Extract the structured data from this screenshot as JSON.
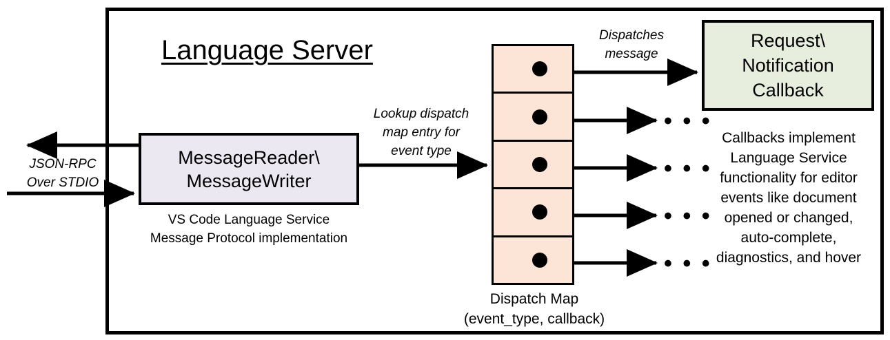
{
  "diagram": {
    "title": "Language Server",
    "frame_label": "language-server-boundary"
  },
  "colors": {
    "message_box_fill": "#EBE8F2",
    "dispatch_cell_fill": "#FCE4D6",
    "callback_box_fill": "#E7EEDD",
    "stroke": "#000000",
    "background": "#FFFFFF"
  },
  "message_io": {
    "line1": "MessageReader\\",
    "line2": "MessageWriter",
    "caption_line1": "VS Code Language Service",
    "caption_line2": "Message Protocol implementation"
  },
  "transport": {
    "label_line1": "JSON-RPC",
    "label_line2": "Over STDIO",
    "outbound_arrow": "left",
    "inbound_arrow": "right"
  },
  "lookup": {
    "line1": "Lookup dispatch",
    "line2": "map entry for",
    "line3": "event type"
  },
  "dispatch_map": {
    "caption_line1": "Dispatch Map",
    "caption_line2": "(event_type, callback)",
    "cell_count": 5,
    "cells": [
      {
        "index": 1,
        "has_dot": true,
        "target": "callback-box"
      },
      {
        "index": 2,
        "has_dot": true,
        "target": "ellipsis"
      },
      {
        "index": 3,
        "has_dot": true,
        "target": "ellipsis"
      },
      {
        "index": 4,
        "has_dot": true,
        "target": "ellipsis"
      },
      {
        "index": 5,
        "has_dot": true,
        "target": "ellipsis"
      }
    ],
    "ellipsis_glyph": "• • •"
  },
  "dispatch_message": {
    "line1": "Dispatches",
    "line2": "message"
  },
  "callback": {
    "line1": "Request\\",
    "line2": "Notification",
    "line3": "Callback",
    "caption_line1": "Callbacks implement",
    "caption_line2": "Language Service",
    "caption_line3": "functionality for editor",
    "caption_line4": "events like document",
    "caption_line5": "opened or changed,",
    "caption_line6": "auto-complete,",
    "caption_line7": "diagnostics, and hover"
  }
}
